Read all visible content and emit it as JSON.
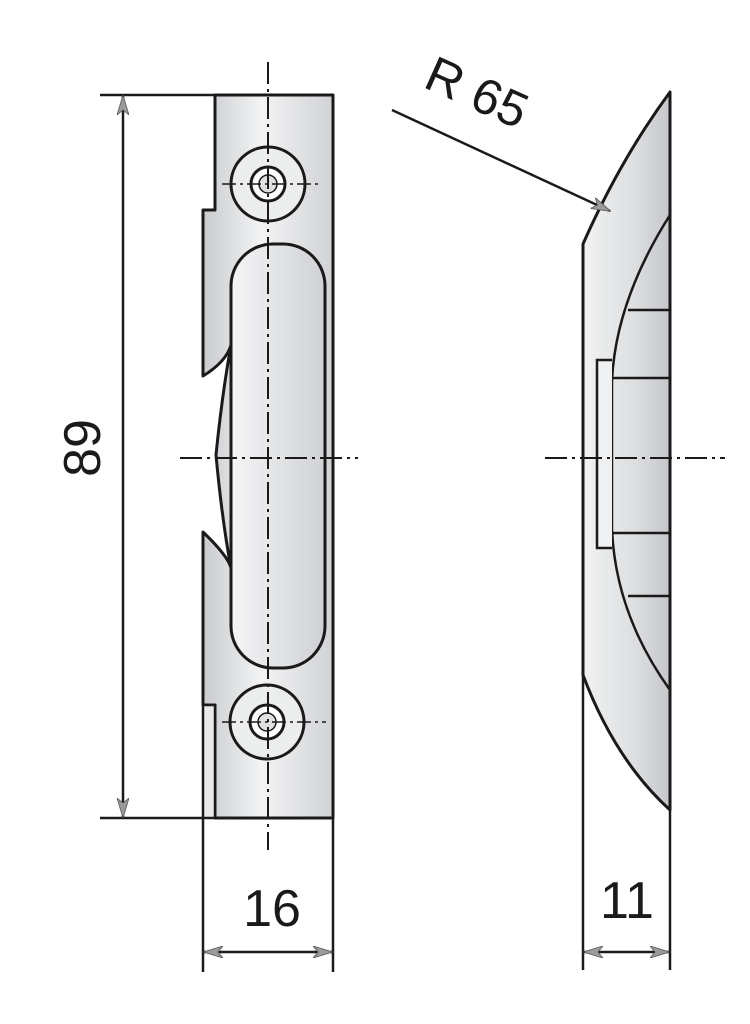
{
  "dimensions": {
    "height": "89",
    "front_width": "16",
    "side_depth": "11",
    "radius": "R 65"
  },
  "colors": {
    "line": "#1a1a1a",
    "part_fill": "#d7d9dc",
    "part_highlight": "#f2f3f4",
    "arrow": "#9a9a9a"
  }
}
